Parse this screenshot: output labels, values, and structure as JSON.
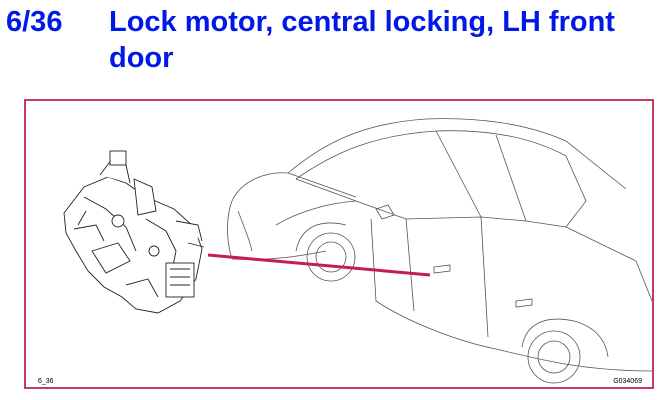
{
  "header": {
    "number": "6/36",
    "title": "Lock motor, central locking, LH front door"
  },
  "figure": {
    "left_code": "6_36",
    "right_code": "G034069",
    "frame_color": "#c8385a",
    "pointer_color": "#c41e4e",
    "title_color": "#0018e8",
    "icons": [
      "lock-motor-drawing",
      "car-drawing"
    ]
  }
}
